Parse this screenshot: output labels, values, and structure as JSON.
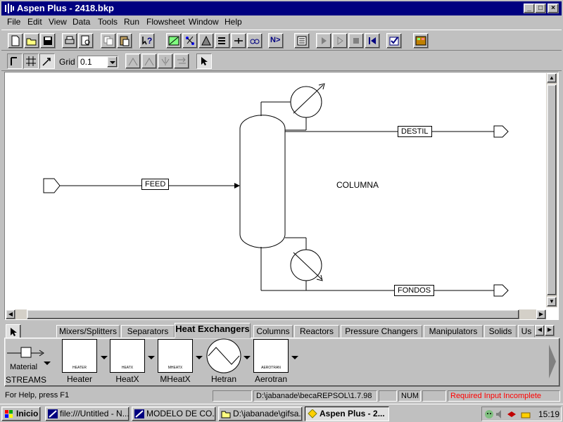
{
  "window": {
    "title": "Aspen Plus - 2418.bkp",
    "minimize": "_",
    "maximize": "□",
    "close": "×"
  },
  "menu": [
    "File",
    "Edit",
    "View",
    "Data",
    "Tools",
    "Run",
    "Flowsheet",
    "Window",
    "Help"
  ],
  "toolbar": {
    "grid_label": "Grid",
    "grid_value": "0.1",
    "next_label": "N>"
  },
  "flowsheet": {
    "streams": {
      "feed": "FEED",
      "destil": "DESTIL",
      "fondos": "FONDOS"
    },
    "block_label": "COLUMNA"
  },
  "palette": {
    "tabs": [
      "Mixers/Splitters",
      "Separators",
      "Heat Exchangers",
      "Columns",
      "Reactors",
      "Pressure Changers",
      "Manipulators",
      "Solids",
      "Us"
    ],
    "active_tab": "Heat Exchangers",
    "stream_type": "Material",
    "streams_label": "STREAMS",
    "models": [
      {
        "name": "Heater",
        "tag": "HEATER"
      },
      {
        "name": "HeatX",
        "tag": "HEATX"
      },
      {
        "name": "MHeatX",
        "tag": "MHEATX"
      },
      {
        "name": "Hetran",
        "tag": ""
      },
      {
        "name": "Aerotran",
        "tag": "AEROTRAN"
      }
    ]
  },
  "status": {
    "help": "For Help, press F1",
    "path": "D:\\jabanade\\becaREPSOL\\1.7.98",
    "num": "NUM",
    "message": "Required Input Incomplete",
    "message_color": "#ff0000"
  },
  "taskbar": {
    "start": "Inicio",
    "tasks": [
      "file:///Untitled - N...",
      "MODELO DE CO...",
      "D:\\jabanade\\gifsa...",
      "Aspen Plus - 2..."
    ],
    "clock": "15:19"
  }
}
